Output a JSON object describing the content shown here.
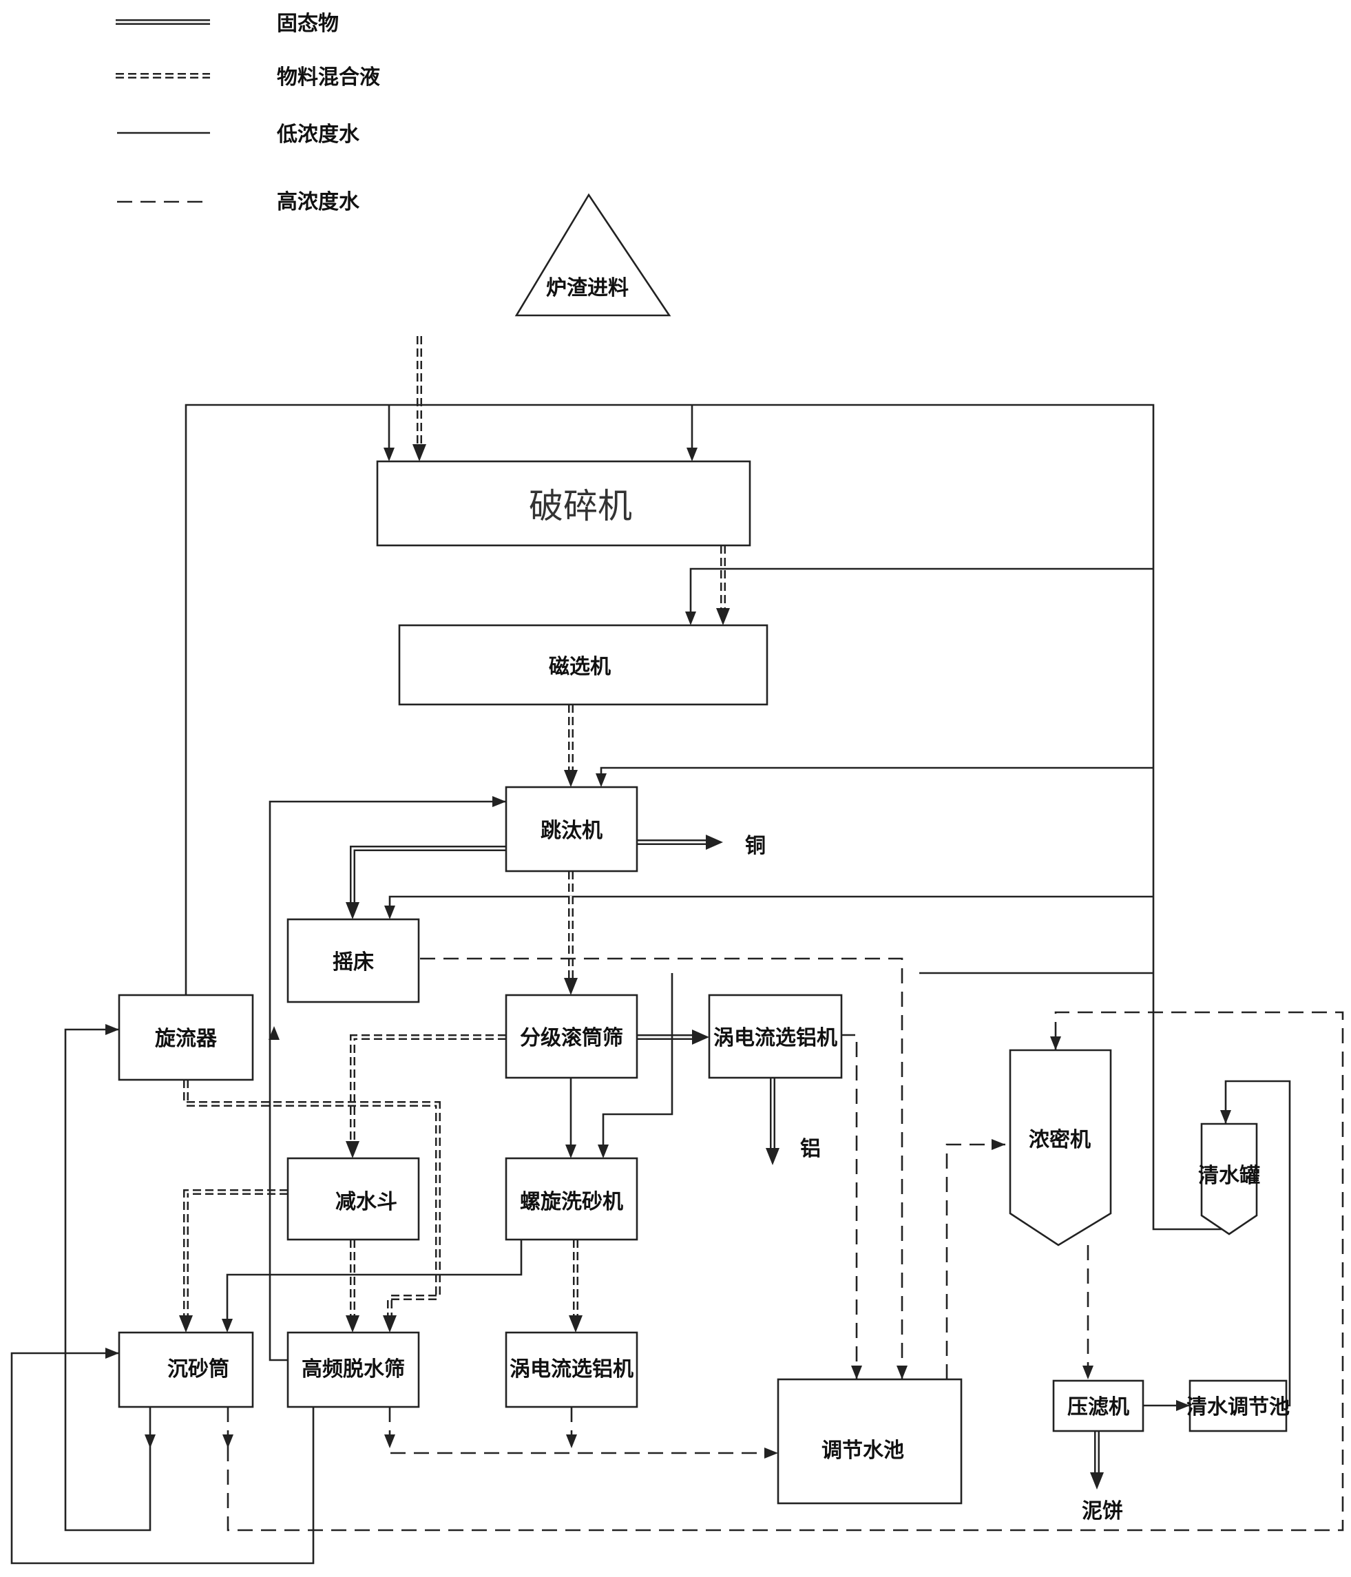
{
  "legend": {
    "solid_material": "固态物",
    "mixed_liquid": "物料混合液",
    "low_conc_water": "低浓度水",
    "high_conc_water": "高浓度水"
  },
  "nodes": {
    "feed": "炉渣进料",
    "crusher": "破碎机",
    "magnetic_separator": "磁选机",
    "jig": "跳汰机",
    "copper": "铜",
    "shaking_table": "摇床",
    "trommel": "分级滚筒筛",
    "eddy_1": "涡电流选铝机",
    "aluminum": "铝",
    "cyclone": "旋流器",
    "water_hopper": "减水斗",
    "spiral_washer": "螺旋洗砂机",
    "sand_tank": "沉砂筒",
    "hf_screen": "高频脱水筛",
    "eddy_2": "涡电流选铝机",
    "regulating_pool": "调节水池",
    "thickener": "浓密机",
    "clear_tank": "清水罐",
    "filter_press": "压滤机",
    "clear_pool": "清水调节池",
    "mud_cake": "泥饼"
  }
}
